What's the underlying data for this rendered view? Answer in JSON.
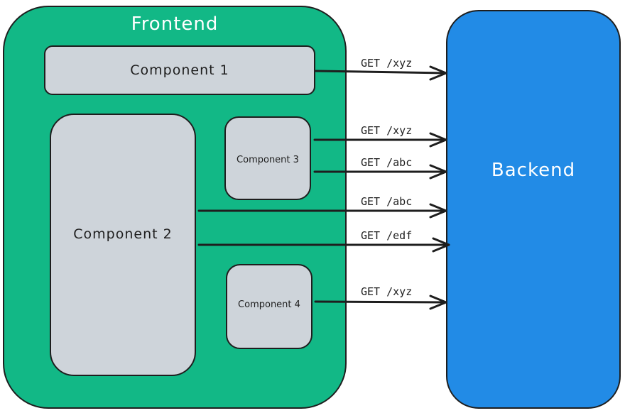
{
  "frontend": {
    "title": "Frontend",
    "fill": "#12b886",
    "components": {
      "c1": "Component 1",
      "c2": "Component 2",
      "c3": "Component 3",
      "c4": "Component 4"
    }
  },
  "backend": {
    "title": "Backend",
    "fill": "#228be6"
  },
  "component_fill": "#ced4da",
  "requests": [
    {
      "from": "Component 1",
      "label": "GET /xyz"
    },
    {
      "from": "Component 3",
      "label": "GET /xyz"
    },
    {
      "from": "Component 3",
      "label": "GET /abc"
    },
    {
      "from": "Component 2",
      "label": "GET /abc"
    },
    {
      "from": "Component 2",
      "label": "GET /edf"
    },
    {
      "from": "Component 4",
      "label": "GET /xyz"
    }
  ]
}
